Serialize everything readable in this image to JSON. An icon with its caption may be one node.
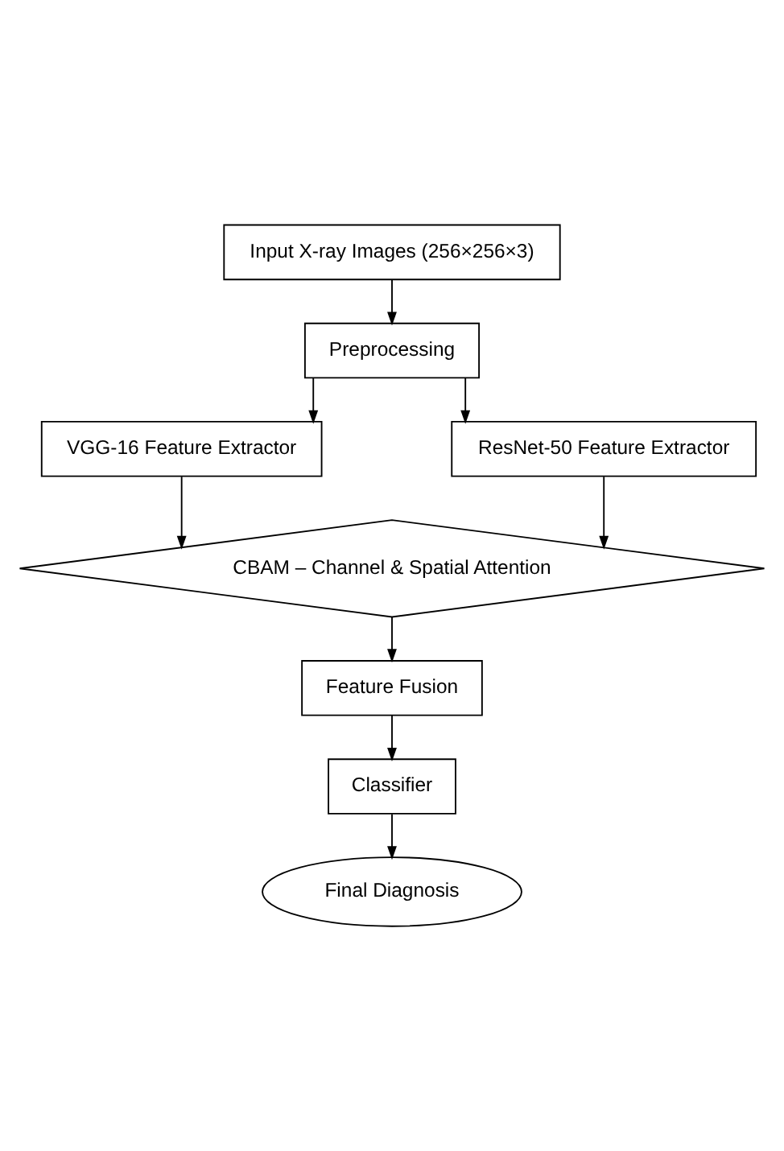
{
  "diagram": {
    "nodes": [
      {
        "text": [
          "Input X-ray Images (256×256×3)"
        ]
      },
      {
        "text": [
          "Preprocessing"
        ]
      },
      {
        "text": [
          "VGG-16 Feature Extractor"
        ]
      },
      {
        "text": [
          "ResNet-50 Feature Extractor"
        ]
      },
      {
        "text": [
          "CBAM – Channel & Spatial Attention"
        ]
      },
      {
        "text": [
          "Feature Fusion"
        ]
      },
      {
        "text": [
          "Classifier"
        ]
      },
      {
        "text": [
          "Final Diagnosis"
        ]
      }
    ],
    "edges": [
      {
        "from": 0,
        "to": 1,
        "arrow": "to"
      },
      {
        "from": 1,
        "to": 2,
        "arrow": "to"
      },
      {
        "from": 1,
        "to": 3,
        "arrow": "to"
      },
      {
        "from": 2,
        "to": 4,
        "arrow": "to"
      },
      {
        "from": 3,
        "to": 4,
        "arrow": "to"
      },
      {
        "from": 4,
        "to": 5,
        "arrow": "to"
      },
      {
        "from": 5,
        "to": 6,
        "arrow": "to"
      },
      {
        "from": 6,
        "to": 7,
        "arrow": "to"
      }
    ]
  }
}
